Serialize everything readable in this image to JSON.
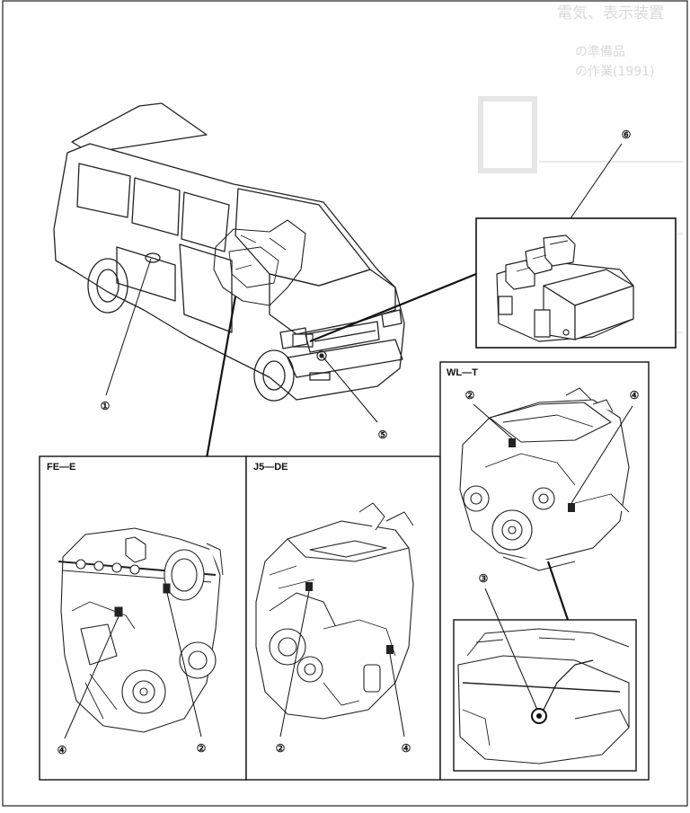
{
  "bleed_through_text": {
    "line1": "電気、表示装置",
    "line2": "の準備品",
    "line3": "の作業(1991)"
  },
  "panels": {
    "fe": {
      "title": "FE—E"
    },
    "j5": {
      "title": "J5—DE"
    },
    "wl": {
      "title": "WL—T"
    }
  },
  "callouts": {
    "c1": "①",
    "c2_fe": "②",
    "c4_fe": "④",
    "c2_j5": "②",
    "c4_j5": "④",
    "c2_wl": "②",
    "c4_wl": "④",
    "c3_wl": "③",
    "c5": "⑤",
    "c6": "⑥"
  }
}
